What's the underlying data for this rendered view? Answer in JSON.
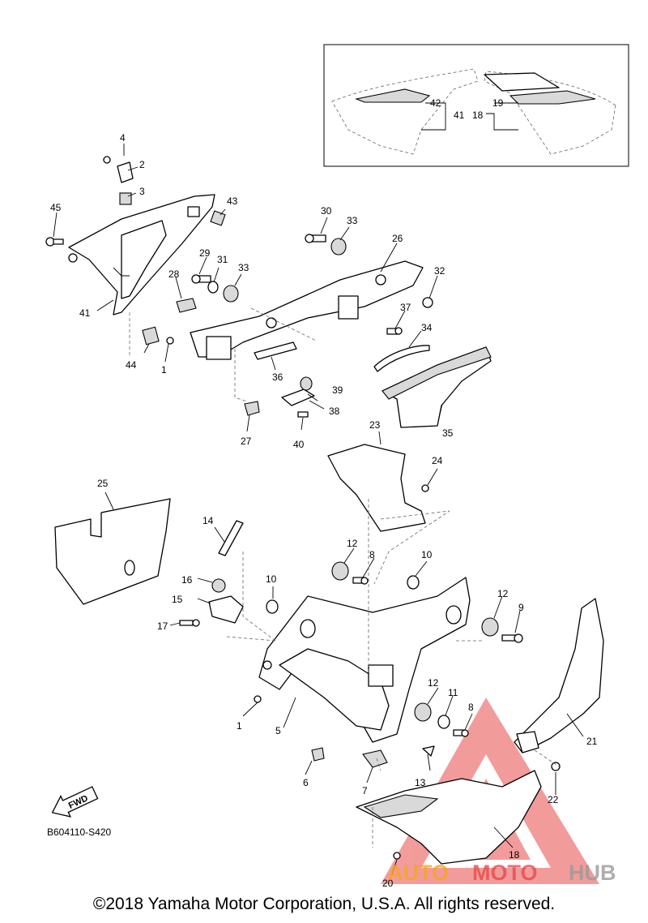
{
  "inset_labels": [
    "42",
    "41",
    "18",
    "19"
  ],
  "callouts": [
    "1",
    "2",
    "3",
    "4",
    "5",
    "6",
    "7",
    "8",
    "9",
    "10",
    "11",
    "12",
    "13",
    "14",
    "15",
    "16",
    "17",
    "18",
    "19",
    "20",
    "21",
    "22",
    "23",
    "24",
    "25",
    "26",
    "27",
    "28",
    "29",
    "30",
    "31",
    "32",
    "33",
    "34",
    "35",
    "36",
    "37",
    "38",
    "39",
    "40",
    "41",
    "42",
    "43",
    "44",
    "45"
  ],
  "fwd_label": "FWD",
  "diagram_code": "B604110-S420",
  "watermark": {
    "part1": "AUTO",
    "part2": "MOTO",
    "part3": "HUB",
    "color_red": "#e84a4a",
    "color_orange": "#f5a623",
    "color_gray": "#9a9a9a"
  },
  "copyright": "©2018 Yamaha Motor Corporation, U.S.A. All rights reserved."
}
